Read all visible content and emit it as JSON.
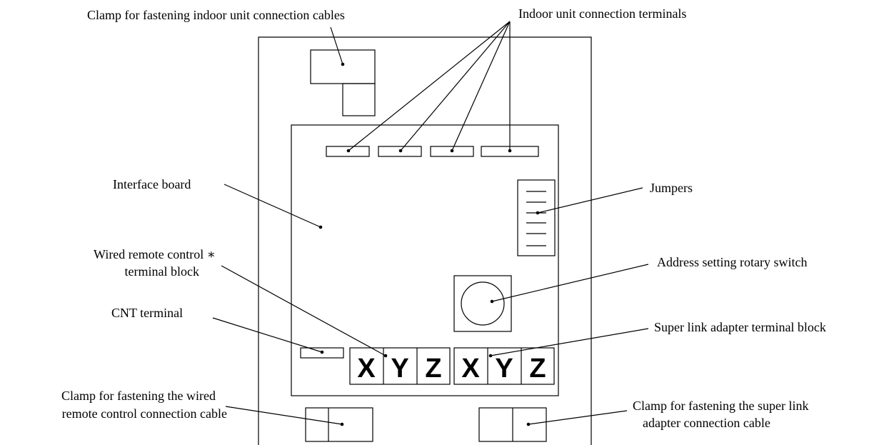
{
  "labels": {
    "clamp_indoor": "Clamp for fastening indoor unit connection cables",
    "indoor_terminals": "Indoor unit connection terminals",
    "interface_board": "Interface board",
    "jumpers": "Jumpers",
    "wired_remote_line1": "Wired remote control ∗",
    "wired_remote_line2": "terminal block",
    "address_switch": "Address setting rotary switch",
    "cnt_terminal": "CNT terminal",
    "super_link_block": "Super link adapter terminal block",
    "clamp_wired_line1": "Clamp for fastening the wired",
    "clamp_wired_line2": "remote control connection cable",
    "clamp_super_line1": "Clamp for fastening the super link",
    "clamp_super_line2": "adapter connection cable"
  },
  "terminals": {
    "remote": [
      "X",
      "Y",
      "Z"
    ],
    "super_link": [
      "X",
      "Y",
      "Z"
    ]
  }
}
